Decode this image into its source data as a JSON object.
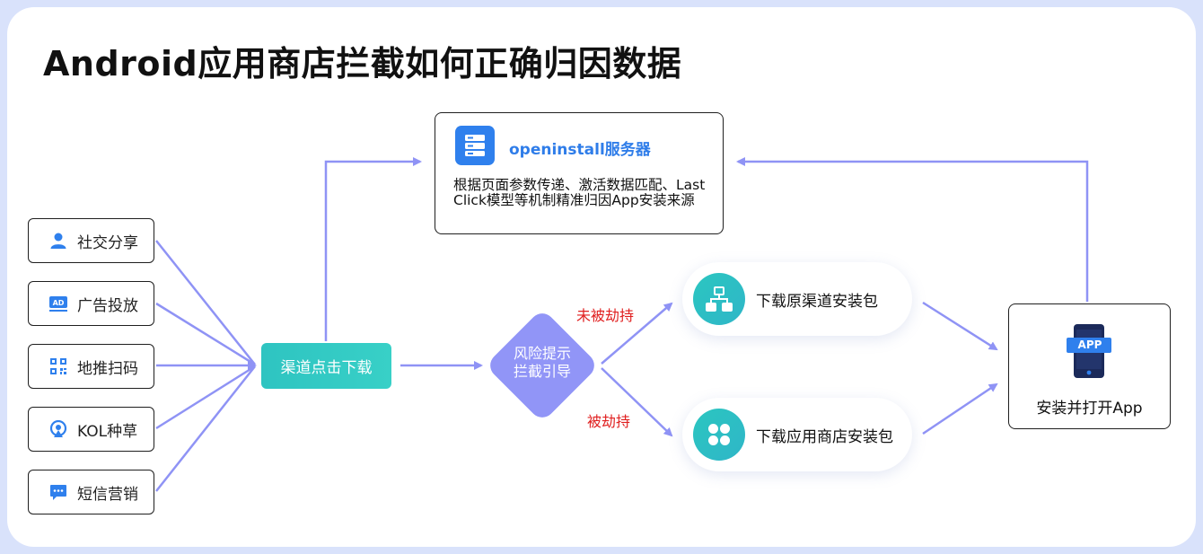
{
  "title": "Android应用商店拦截如何正确归因数据",
  "sources": [
    {
      "label": "社交分享",
      "icon": "user-icon"
    },
    {
      "label": "广告投放",
      "icon": "ad-icon"
    },
    {
      "label": "地推扫码",
      "icon": "qr-code-icon"
    },
    {
      "label": "KOL种草",
      "icon": "location-pin-icon"
    },
    {
      "label": "短信营销",
      "icon": "chat-bubble-icon"
    }
  ],
  "server": {
    "name": "openinstall服务器",
    "description": "根据页面参数传递、激活数据匹配、Last Click模型等机制精准归因App安装来源",
    "icon": "server-icon"
  },
  "channel_click": "渠道点击下载",
  "risk_node": {
    "line1": "风险提示",
    "line2": "拦截引导"
  },
  "edge_labels": {
    "not_hijacked": "未被劫持",
    "hijacked": "被劫持"
  },
  "downloads": {
    "original": {
      "label": "下载原渠道安装包",
      "icon": "sitemap-icon"
    },
    "store": {
      "label": "下载应用商店安装包",
      "icon": "clover-icon"
    }
  },
  "app": {
    "badge": "APP",
    "label": "安装并打开App",
    "icon": "phone-app-icon"
  },
  "colors": {
    "arrow": "#8f93f5",
    "accent_blue": "#2f80ed",
    "teal": "#2ec4c1",
    "risk": "#9195f7",
    "warning_red": "#e02020"
  }
}
